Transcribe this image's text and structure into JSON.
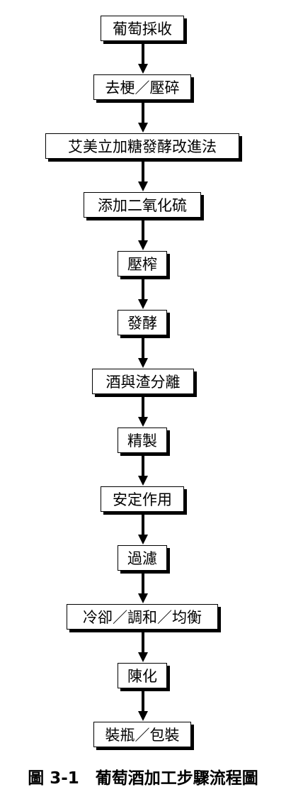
{
  "steps": [
    "葡萄採收",
    "去梗／壓碎",
    "艾美立加糖發酵改進法",
    "添加二氧化硫",
    "壓榨",
    "發酵",
    "酒與渣分離",
    "精製",
    "安定作用",
    "過濾",
    "冷卻／調和／均衡",
    "陳化",
    "裝瓶／包裝"
  ],
  "caption": "圖 3-1　葡萄酒加工步驟流程圖"
}
